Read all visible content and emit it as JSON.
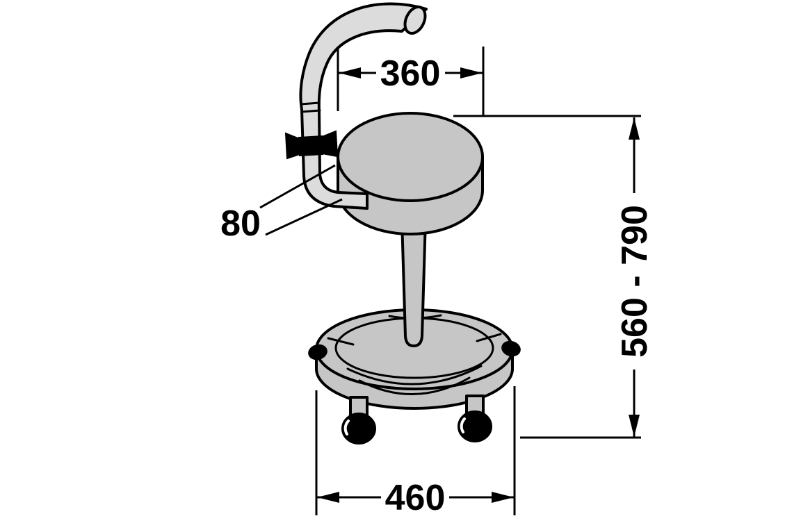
{
  "diagram": {
    "subject": "rolling stool with curved handle, pedestal column and caster base",
    "colors": {
      "background": "#ffffff",
      "line": "#000000",
      "body_fill": "#c6c6c6",
      "tube_fill": "#dcdcdc",
      "caster_fill": "#000000"
    },
    "dimensions": {
      "seat_diameter": "360",
      "seat_thickness": "80",
      "seat_height_range": "560 - 790",
      "base_diameter": "460"
    }
  }
}
